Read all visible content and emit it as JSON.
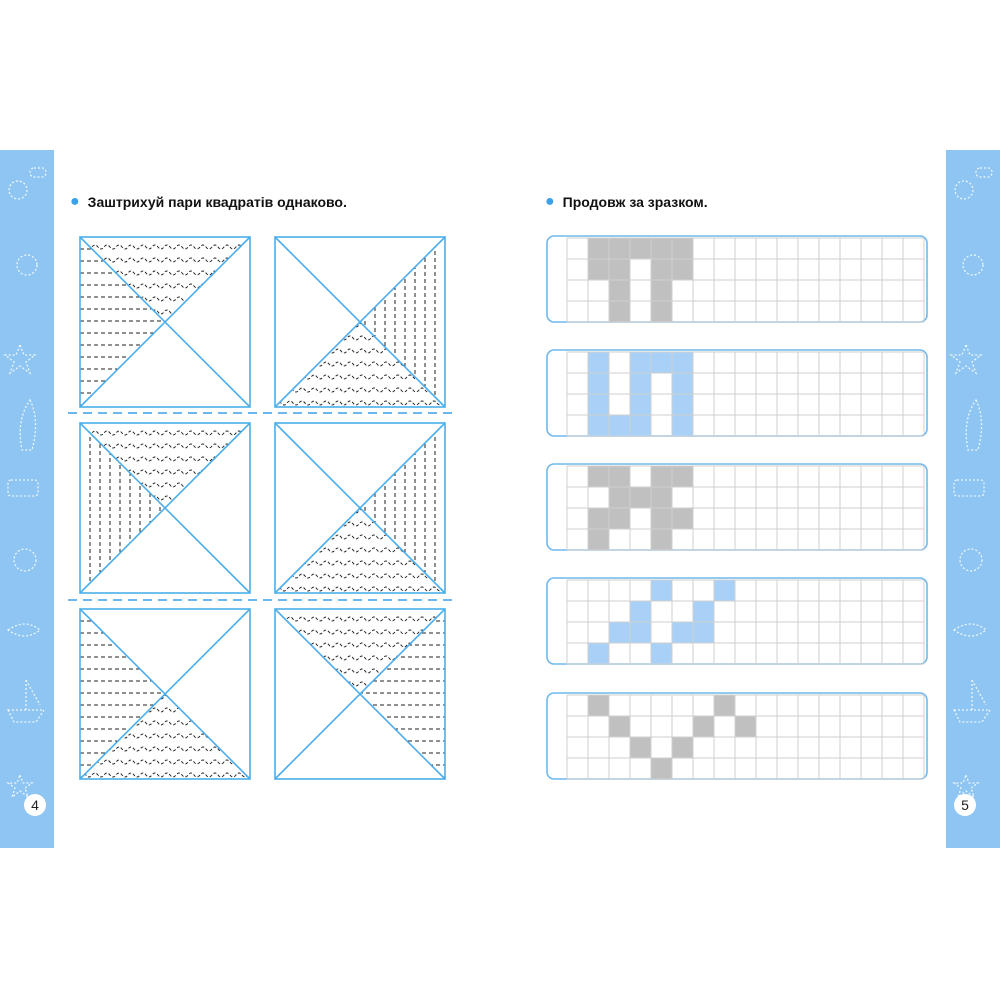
{
  "left_page": {
    "instruction": "Заштрихуй пари квадратів однаково.",
    "page_number": "4"
  },
  "right_page": {
    "instruction": "Продовж за зразком.",
    "page_number": "5"
  },
  "colors": {
    "accent": "#3aa0e8",
    "band": "#8ec5f2",
    "square_border": "#4aaeea",
    "grid_border": "#6fb8ee",
    "grid_line": "#cfcfcf",
    "gray_fill": "#c0c0c0",
    "blue_fill": "#a9d1f7"
  },
  "icons": [
    "pear-icon",
    "candy-icon",
    "sun-icon",
    "star-icon",
    "rocket-icon",
    "truck-icon",
    "ball-icon",
    "fish-icon",
    "boat-icon"
  ],
  "squares": [
    {
      "row": 0,
      "col": 0,
      "shading": [
        {
          "tri": "top",
          "pattern": "wave"
        },
        {
          "tri": "left",
          "pattern": "hdash"
        }
      ]
    },
    {
      "row": 0,
      "col": 1,
      "shading": [
        {
          "tri": "right",
          "pattern": "vdash"
        },
        {
          "tri": "bottom",
          "pattern": "wave"
        }
      ]
    },
    {
      "row": 1,
      "col": 0,
      "shading": [
        {
          "tri": "top",
          "pattern": "wave"
        },
        {
          "tri": "left",
          "pattern": "vdash"
        }
      ]
    },
    {
      "row": 1,
      "col": 1,
      "shading": [
        {
          "tri": "right",
          "pattern": "vdash"
        },
        {
          "tri": "bottom",
          "pattern": "wave"
        }
      ]
    },
    {
      "row": 2,
      "col": 0,
      "shading": [
        {
          "tri": "left",
          "pattern": "hdash"
        },
        {
          "tri": "bottom",
          "pattern": "wave"
        }
      ]
    },
    {
      "row": 2,
      "col": 1,
      "shading": [
        {
          "tri": "top",
          "pattern": "wave"
        },
        {
          "tri": "right",
          "pattern": "hdash"
        }
      ]
    }
  ],
  "grids": [
    {
      "color": "gray",
      "cells": [
        [
          0,
          1
        ],
        [
          0,
          2
        ],
        [
          0,
          3
        ],
        [
          0,
          4
        ],
        [
          0,
          5
        ],
        [
          1,
          1
        ],
        [
          1,
          2
        ],
        [
          1,
          4
        ],
        [
          1,
          5
        ],
        [
          2,
          2
        ],
        [
          2,
          4
        ],
        [
          3,
          2
        ],
        [
          3,
          4
        ]
      ]
    },
    {
      "color": "blue",
      "cells": [
        [
          0,
          1
        ],
        [
          0,
          3
        ],
        [
          0,
          4
        ],
        [
          0,
          5
        ],
        [
          1,
          1
        ],
        [
          1,
          3
        ],
        [
          1,
          5
        ],
        [
          2,
          1
        ],
        [
          2,
          3
        ],
        [
          2,
          5
        ],
        [
          3,
          1
        ],
        [
          3,
          2
        ],
        [
          3,
          3
        ],
        [
          3,
          5
        ]
      ]
    },
    {
      "color": "gray",
      "cells": [
        [
          0,
          1
        ],
        [
          0,
          2
        ],
        [
          0,
          4
        ],
        [
          0,
          5
        ],
        [
          1,
          2
        ],
        [
          1,
          3
        ],
        [
          1,
          4
        ],
        [
          2,
          1
        ],
        [
          2,
          2
        ],
        [
          2,
          4
        ],
        [
          2,
          5
        ],
        [
          3,
          1
        ],
        [
          3,
          4
        ]
      ]
    },
    {
      "color": "blue",
      "cells": [
        [
          0,
          4
        ],
        [
          0,
          7
        ],
        [
          1,
          3
        ],
        [
          1,
          6
        ],
        [
          2,
          2
        ],
        [
          2,
          3
        ],
        [
          2,
          5
        ],
        [
          2,
          6
        ],
        [
          3,
          1
        ],
        [
          3,
          4
        ]
      ]
    },
    {
      "color": "gray",
      "cells": [
        [
          0,
          1
        ],
        [
          0,
          7
        ],
        [
          1,
          2
        ],
        [
          1,
          6
        ],
        [
          1,
          8
        ],
        [
          2,
          3
        ],
        [
          2,
          5
        ],
        [
          3,
          4
        ]
      ]
    }
  ]
}
